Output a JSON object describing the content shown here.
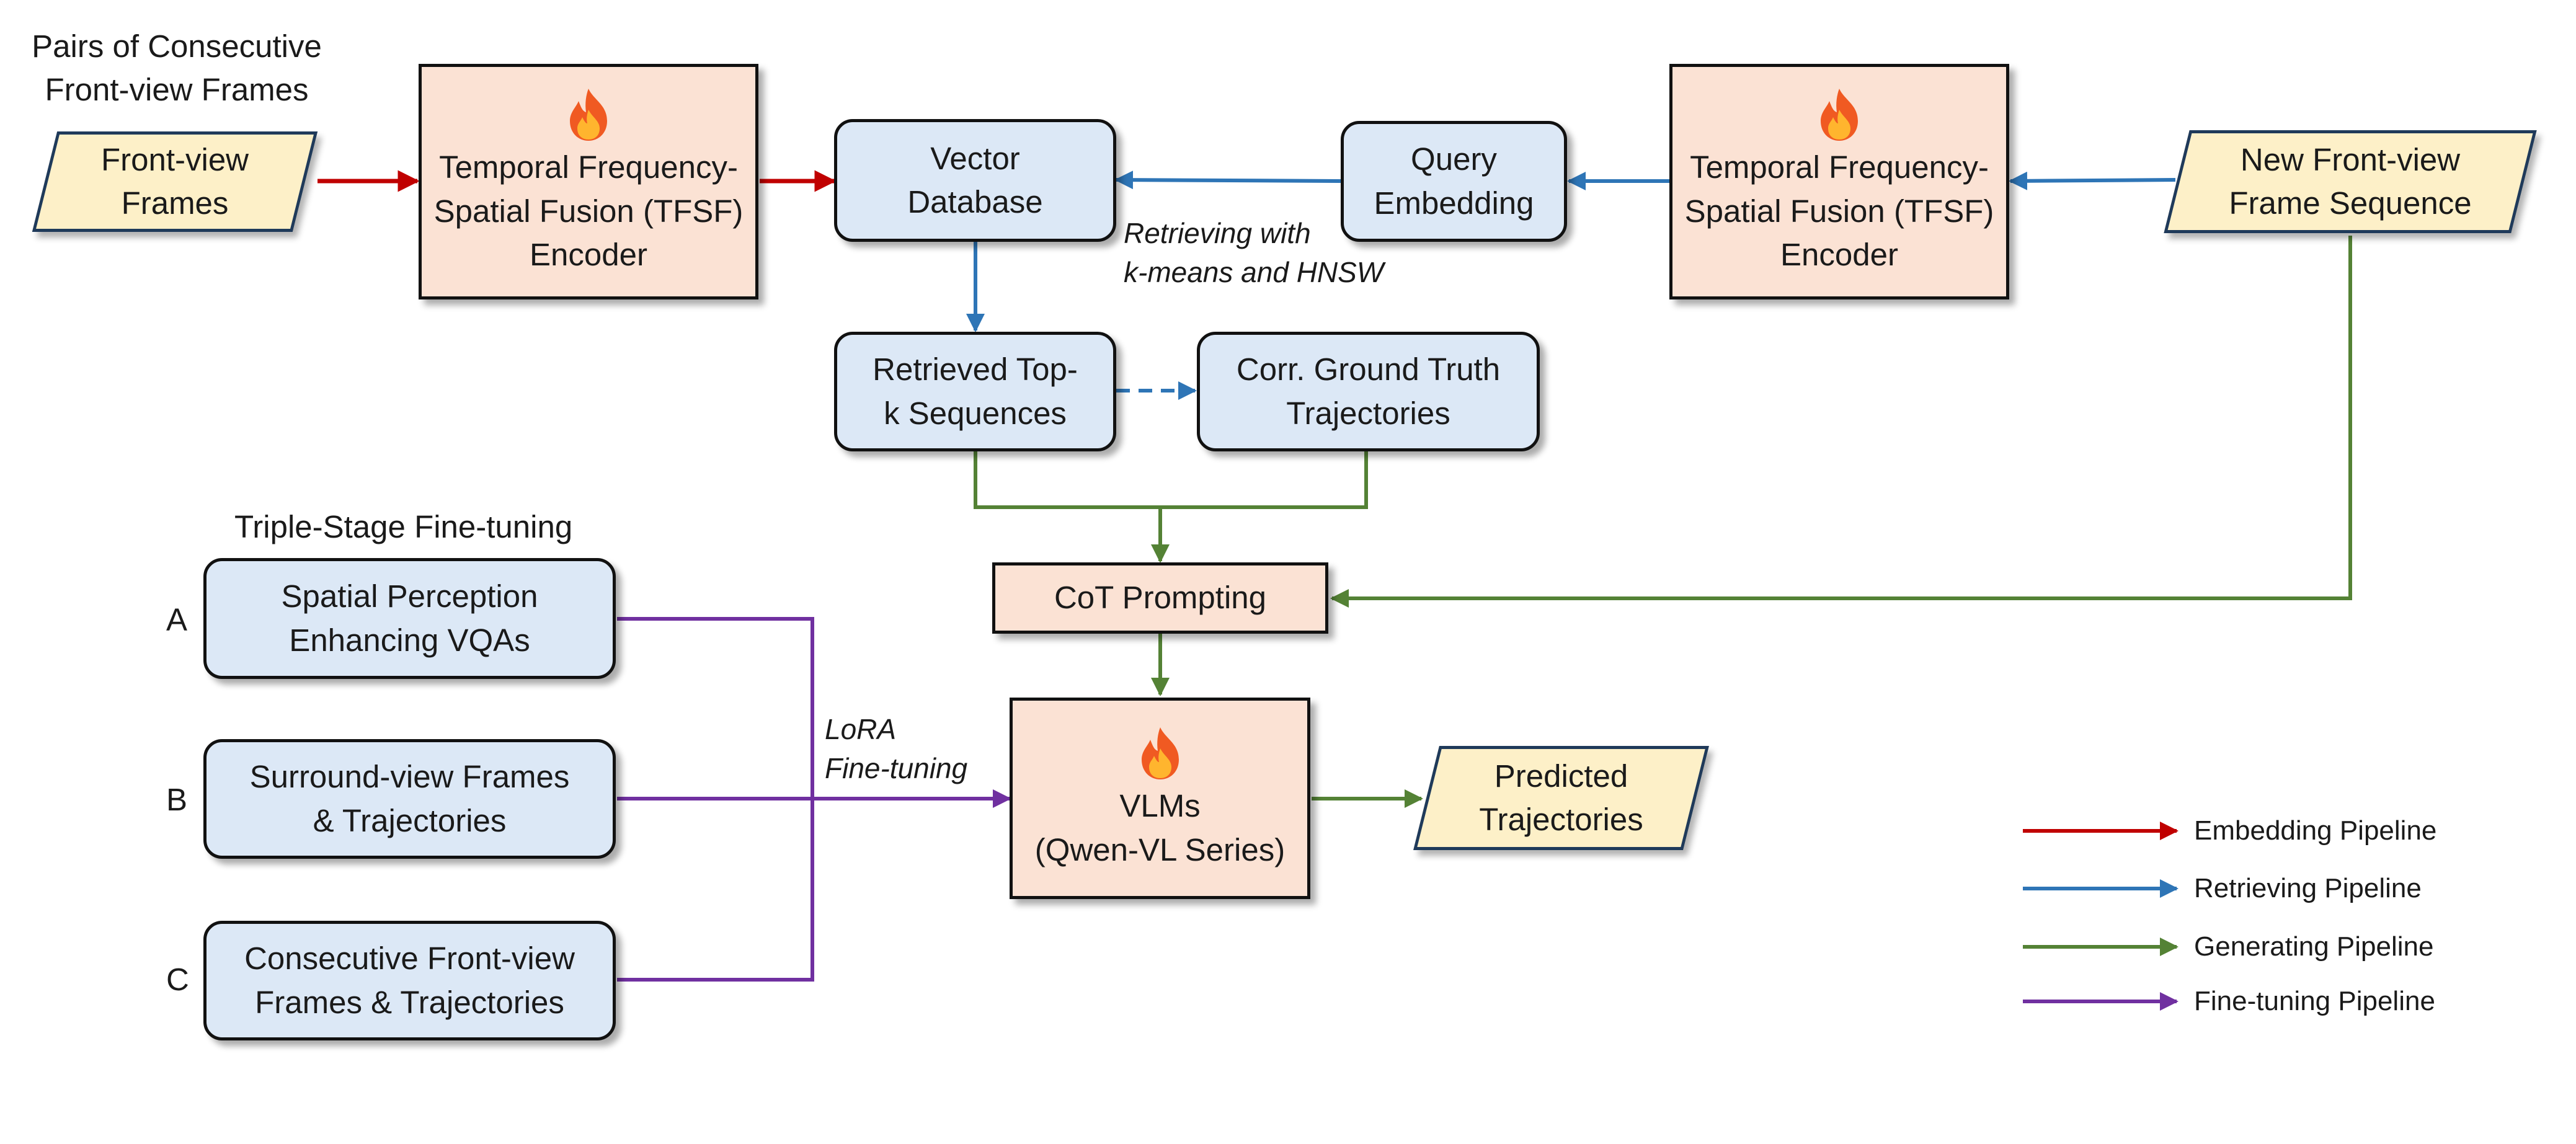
{
  "header": {
    "line1": "Pairs of Consecutive",
    "line2": "Front-view Frames"
  },
  "nodes": {
    "front_view_frames": [
      "Front-view",
      "Frames"
    ],
    "tfsf_encoder_left": [
      "Temporal Frequency-",
      "Spatial Fusion (TFSF)",
      "Encoder"
    ],
    "vector_database": [
      "Vector",
      "Database"
    ],
    "query_embedding": [
      "Query",
      "Embedding"
    ],
    "tfsf_encoder_right": [
      "Temporal Frequency-",
      "Spatial Fusion (TFSF)",
      "Encoder"
    ],
    "new_frame_sequence": [
      "New Front-view",
      "Frame Sequence"
    ],
    "retrieved_topk": [
      "Retrieved Top-",
      "k Sequences"
    ],
    "ground_truth": [
      "Corr. Ground Truth",
      "Trajectories"
    ],
    "cot_prompting": "CoT Prompting",
    "vlms": [
      "VLMs",
      "(Qwen-VL Series)"
    ],
    "predicted_trajectories": [
      "Predicted",
      "Trajectories"
    ],
    "stage_a": [
      "Spatial Perception",
      "Enhancing VQAs"
    ],
    "stage_b": [
      "Surround-view Frames",
      "& Trajectories"
    ],
    "stage_c": [
      "Consecutive Front-view",
      "Frames & Trajectories"
    ]
  },
  "labels": {
    "retrieving_line1": "Retrieving with",
    "retrieving_line2": "k-means and HNSW",
    "finetune_title": "Triple-Stage Fine-tuning",
    "lora_line1": "LoRA",
    "lora_line2": "Fine-tuning",
    "stage_a_letter": "A",
    "stage_b_letter": "B",
    "stage_c_letter": "C"
  },
  "legend": [
    {
      "label": "Embedding Pipeline",
      "color": "#c00000"
    },
    {
      "label": "Retrieving Pipeline",
      "color": "#2e75b6"
    },
    {
      "label": "Generating Pipeline",
      "color": "#548235"
    },
    {
      "label": "Fine-tuning Pipeline",
      "color": "#7030a0"
    }
  ],
  "icons": {
    "trainable_marker": "flame-icon"
  },
  "colors": {
    "embedding": "#c00000",
    "retrieving": "#2e75b6",
    "generating": "#548235",
    "finetuning": "#7030a0",
    "blue_box": "#dce8f6",
    "salmon_box": "#fbe2d4",
    "input_box": "#fdf0c8"
  }
}
